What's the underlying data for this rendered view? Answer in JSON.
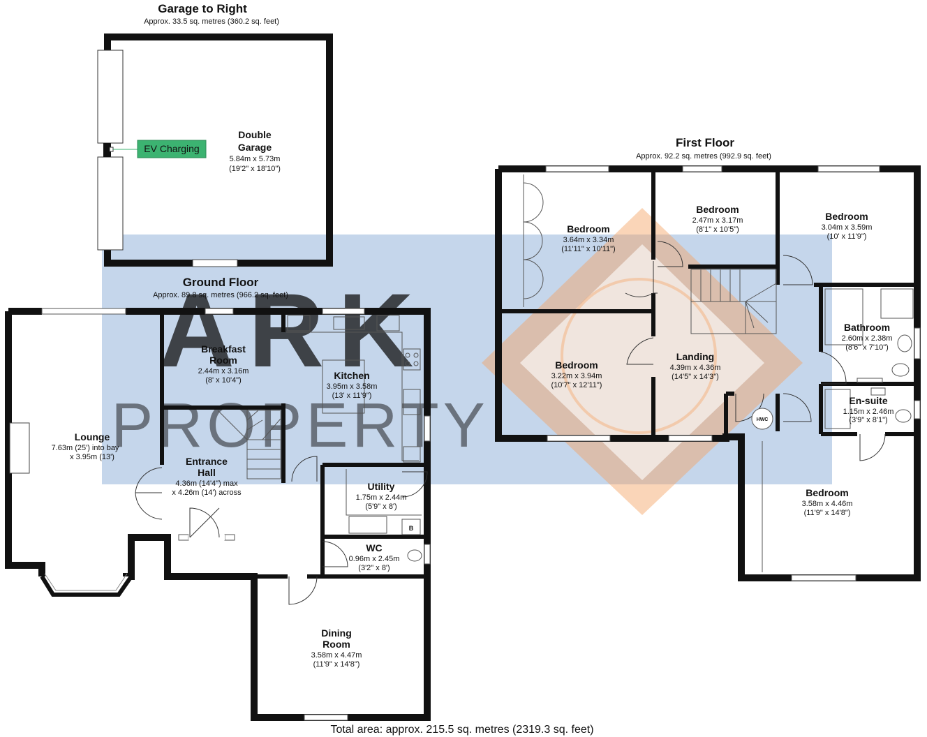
{
  "watermark": {
    "line1": "ARK",
    "line2": "PROPERTY",
    "blue": "#4a7fc1",
    "orange": "#f4a261"
  },
  "garage": {
    "title": "Garage to Right",
    "area": "Approx. 33.5 sq. metres (360.2 sq. feet)",
    "ev_label": "EV Charging",
    "ev_color": "#3cb371",
    "room": {
      "name1": "Double",
      "name2": "Garage",
      "dim1": "5.84m x 5.73m",
      "dim2": "(19'2\" x 18'10\")"
    }
  },
  "ground_floor": {
    "title": "Ground Floor",
    "area": "Approx. 89.8 sq. metres (966.2 sq. feet)",
    "rooms": {
      "lounge": {
        "name": "Lounge",
        "dim1": "7.63m (25') into bay",
        "dim2": "x 3.95m (13')"
      },
      "breakfast": {
        "name1": "Breakfast",
        "name2": "Room",
        "dim1": "2.44m x 3.16m",
        "dim2": "(8' x 10'4\")"
      },
      "kitchen": {
        "name": "Kitchen",
        "dim1": "3.95m x 3.58m",
        "dim2": "(13' x 11'9\")"
      },
      "hall": {
        "name1": "Entrance",
        "name2": "Hall",
        "dim1": "4.36m (14'4\") max",
        "dim2": "x 4.26m (14') across"
      },
      "utility": {
        "name": "Utility",
        "dim1": "1.75m x 2.44m",
        "dim2": "(5'9\" x 8')"
      },
      "wc": {
        "name": "WC",
        "dim1": "0.96m x 2.45m",
        "dim2": "(3'2\" x 8')"
      },
      "dining": {
        "name1": "Dining",
        "name2": "Room",
        "dim1": "3.58m x 4.47m",
        "dim2": "(11'9\" x 14'8\")"
      }
    },
    "boiler_label": "B"
  },
  "first_floor": {
    "title": "First Floor",
    "area": "Approx. 92.2 sq. metres (992.9 sq. feet)",
    "rooms": {
      "bed1": {
        "name": "Bedroom",
        "dim1": "3.64m x 3.34m",
        "dim2": "(11'11\" x 10'11\")"
      },
      "bed2": {
        "name": "Bedroom",
        "dim1": "2.47m x 3.17m",
        "dim2": "(8'1\" x 10'5\")"
      },
      "bed3": {
        "name": "Bedroom",
        "dim1": "3.04m x 3.59m",
        "dim2": "(10' x 11'9\")"
      },
      "bed4": {
        "name": "Bedroom",
        "dim1": "3.22m x 3.94m",
        "dim2": "(10'7\" x 12'11\")"
      },
      "landing": {
        "name": "Landing",
        "dim1": "4.39m x 4.36m",
        "dim2": "(14'5\" x 14'3\")"
      },
      "bathroom": {
        "name": "Bathroom",
        "dim1": "2.60m x 2.38m",
        "dim2": "(8'6\" x 7'10\")"
      },
      "ensuite": {
        "name": "En-suite",
        "dim1": "1.15m x 2.46m",
        "dim2": "(3'9\" x 8'1\")"
      },
      "bed5": {
        "name": "Bedroom",
        "dim1": "3.58m x 4.46m",
        "dim2": "(11'9\" x 14'8\")"
      }
    },
    "hwc_label": "HWC"
  },
  "total_area": "Total area: approx. 215.5 sq. metres (2319.3 sq. feet)"
}
